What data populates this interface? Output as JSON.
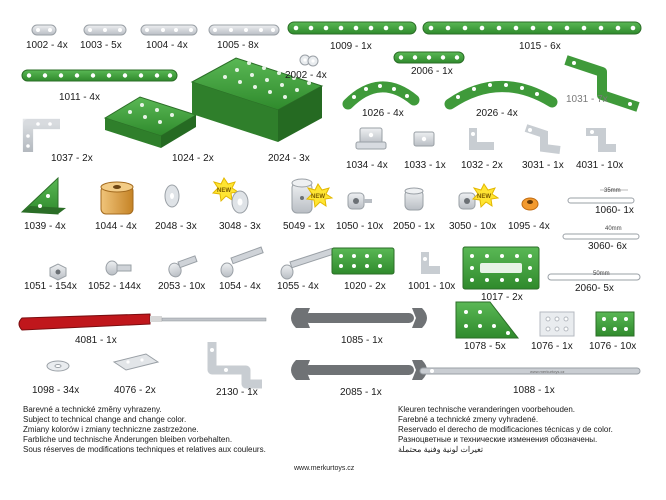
{
  "parts": [
    {
      "code": "1002 - 4x",
      "icon": "short-strip-icon"
    },
    {
      "code": "1003 - 5x",
      "icon": "short-strip-icon"
    },
    {
      "code": "1004 - 4x",
      "icon": "strip-icon"
    },
    {
      "code": "1005 - 8x",
      "icon": "strip-icon"
    },
    {
      "code": "1009 - 1x",
      "icon": "green-strip-icon"
    },
    {
      "code": "1015 - 6x",
      "icon": "long-green-strip-icon"
    },
    {
      "code": "2002 - 4x",
      "icon": "washer-icon"
    },
    {
      "code": "2006 - 1x",
      "icon": "green-strip-icon"
    },
    {
      "code": "1011 - 4x",
      "icon": "green-strip-icon"
    },
    {
      "code": "1026 - 4x",
      "icon": "curved-strip-icon"
    },
    {
      "code": "2026 - 4x",
      "icon": "curved-strip-icon"
    },
    {
      "code": "1031 - 7x",
      "icon": "double-bracket-icon"
    },
    {
      "code": "1037 - 2x",
      "icon": "angle-bracket-icon"
    },
    {
      "code": "1024 - 2x",
      "icon": "flanged-plate-icon"
    },
    {
      "code": "2024 - 3x",
      "icon": "flanged-plate-icon"
    },
    {
      "code": "1034 - 4x",
      "icon": "bracket-icon"
    },
    {
      "code": "1033 - 1x",
      "icon": "bracket-icon"
    },
    {
      "code": "1032 - 2x",
      "icon": "bracket-icon"
    },
    {
      "code": "3031 - 1x",
      "icon": "bracket-icon"
    },
    {
      "code": "4031 - 10x",
      "icon": "bracket-icon"
    },
    {
      "code": "1039 - 4x",
      "icon": "triangle-bracket-icon"
    },
    {
      "code": "1044 - 4x",
      "icon": "pulley-icon"
    },
    {
      "code": "2048 - 3x",
      "icon": "washer-icon"
    },
    {
      "code": "3048 - 3x",
      "icon": "washer-icon"
    },
    {
      "code": "5049 - 1x",
      "icon": "cylinder-icon"
    },
    {
      "code": "1050 - 10x",
      "icon": "collar-icon"
    },
    {
      "code": "2050 - 1x",
      "icon": "collar-icon"
    },
    {
      "code": "3050 - 10x",
      "icon": "collar-icon"
    },
    {
      "code": "1095 - 4x",
      "icon": "ring-icon"
    },
    {
      "code": "1060- 1x",
      "icon": "axle-icon"
    },
    {
      "code": "3060- 6x",
      "icon": "axle-icon"
    },
    {
      "code": "2060- 5x",
      "icon": "axle-icon"
    },
    {
      "code": "1051 - 154x",
      "icon": "nut-icon"
    },
    {
      "code": "1052 - 144x",
      "icon": "bolt-icon"
    },
    {
      "code": "2053 - 10x",
      "icon": "bolt-icon"
    },
    {
      "code": "1054 - 4x",
      "icon": "bolt-icon"
    },
    {
      "code": "1055 - 4x",
      "icon": "bolt-icon"
    },
    {
      "code": "1020 - 2x",
      "icon": "green-plate-icon"
    },
    {
      "code": "1001 - 10x",
      "icon": "small-bracket-icon"
    },
    {
      "code": "1017 - 2x",
      "icon": "green-plate-icon"
    },
    {
      "code": "4081 - 1x",
      "icon": "screwdriver-icon"
    },
    {
      "code": "1085 - 1x",
      "icon": "wrench-icon"
    },
    {
      "code": "2085 - 1x",
      "icon": "wrench-icon"
    },
    {
      "code": "1078 - 5x",
      "icon": "triangle-plate-icon"
    },
    {
      "code": "1076 - 1x",
      "icon": "plate-icon"
    },
    {
      "code": "1076 - 10x",
      "icon": "plate-icon"
    },
    {
      "code": "1098 - 34x",
      "icon": "washer-icon"
    },
    {
      "code": "4076 - 2x",
      "icon": "flat-plate-icon"
    },
    {
      "code": "2130 - 1x",
      "icon": "double-bracket-icon"
    },
    {
      "code": "1088 - 1x",
      "icon": "spanner-icon"
    }
  ],
  "axle_lengths": [
    "35mm",
    "40mm",
    "50mm"
  ],
  "new_badge": "NEW",
  "notes_left": [
    "Barevné a technické změny vyhrazeny.",
    "Subject to technical change and change color.",
    "Zmiany kolorów i zmiany techniczne zastrzeżone.",
    "Farbliche und technische Änderungen bleiben vorbehalten.",
    "Sous réserves de modifications techniques et relatives aux couleurs."
  ],
  "notes_right": [
    "Kleuren technische veranderingen voorbehouden.",
    "Farebné a technické zmeny vyhradené.",
    "Reservado el derecho de modificaciones técnicas y de color.",
    "Разноцветные и технические изменения обозначены.",
    "تغيرات لونية وفنية محتملة"
  ],
  "website": "www.merkurtoys.cz",
  "colors": {
    "green": "#3f9a3a",
    "green_dark": "#2b6e27",
    "steel": "#cfd3d8",
    "brass": "#d9a049",
    "red": "#b3191c",
    "badge": "#ffe533"
  }
}
